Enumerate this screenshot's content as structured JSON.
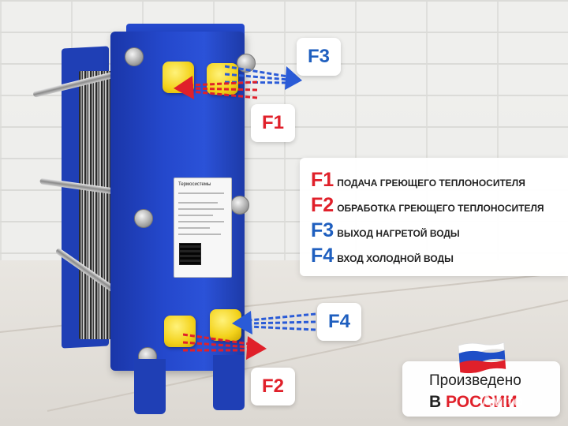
{
  "colors": {
    "frame_blue": "#2448cc",
    "cap_yellow": "#f3d21a",
    "hot_red": "#e0202a",
    "cold_blue": "#2a5bd7",
    "tag_f1": "#e0202a",
    "tag_f2": "#e0202a",
    "tag_f3": "#1f5fbf",
    "tag_f4": "#1f5fbf"
  },
  "tags": {
    "f1": "F1",
    "f2": "F2",
    "f3": "F3",
    "f4": "F4"
  },
  "legend": [
    {
      "code": "F1",
      "text": "ПОДАЧА ГРЕЮЩЕГО ТЕПЛОНОСИТЕЛЯ"
    },
    {
      "code": "F2",
      "text": "ОБРАБОТКА ГРЕЮЩЕГО ТЕПЛОНОСИТЕЛЯ"
    },
    {
      "code": "F3",
      "text": "ВЫХОД НАГРЕТОЙ ВОДЫ"
    },
    {
      "code": "F4",
      "text": "ВХОД ХОЛОДНОЙ ВОДЫ"
    }
  ],
  "origin": {
    "line1": "Произведено",
    "line2_prefix": "В ",
    "line2_accent": "РОССИИ"
  },
  "nameplate": {
    "brand": "Термосистемы"
  },
  "watermark": "Avito",
  "icons": {
    "flag": "russia-flag-icon",
    "hot_arrow": "red-arrow-icon",
    "cold_arrow": "blue-arrow-icon"
  }
}
